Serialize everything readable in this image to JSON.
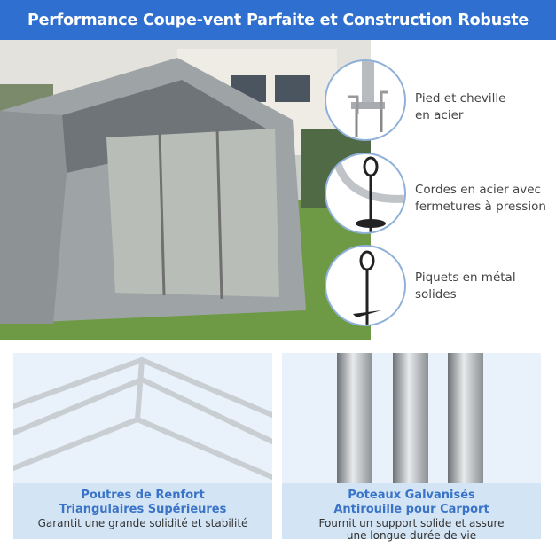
{
  "header": {
    "title": "Performance Coupe-vent Parfaite et Construction Robuste"
  },
  "features": [
    {
      "icon": "steel-foot-peg-icon",
      "line1": "Pied et cheville",
      "line2": "en acier"
    },
    {
      "icon": "steel-rope-snap-icon",
      "line1": "Cordes en acier avec",
      "line2": "fermetures à pression"
    },
    {
      "icon": "metal-stake-icon",
      "line1": "Piquets en métal",
      "line2": "solides"
    }
  ],
  "panels": [
    {
      "title1": "Poutres de Renfort",
      "title2": "Triangulaires Supérieures",
      "sub1": "Garantit une grande solidité et stabilité",
      "sub2": ""
    },
    {
      "title1": "Poteaux Galvanisés",
      "title2": "Antirouille pour Carport",
      "sub1": "Fournit un support solide et assure",
      "sub2": "une longue durée de vie"
    }
  ],
  "colors": {
    "accent": "#2f6fcf",
    "caption_title": "#3a74c8",
    "caption_bg": "#d3e4f4"
  }
}
